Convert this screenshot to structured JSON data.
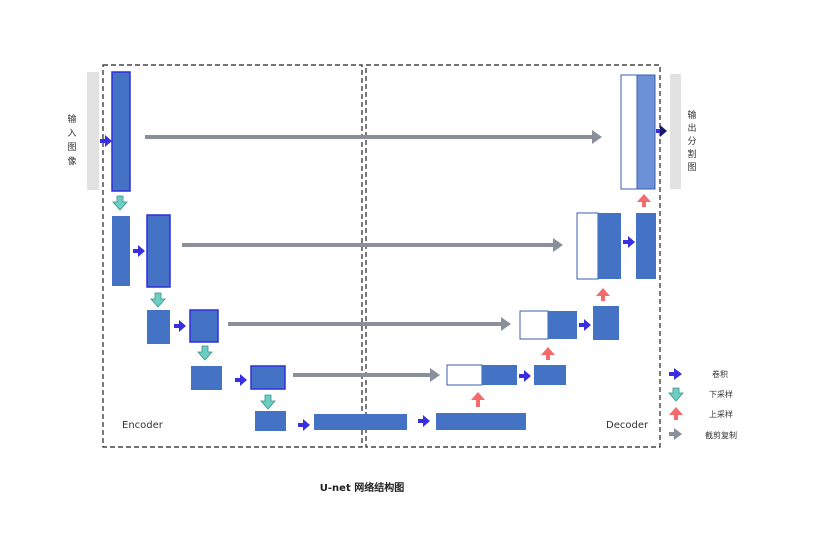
{
  "diagram": {
    "title": "U-net 网络结构图",
    "encoder_label": "Encoder",
    "decoder_label": "Decoder",
    "input_label": [
      "输",
      "入",
      "图",
      "像"
    ],
    "output_label": [
      "输",
      "出",
      "分",
      "割",
      "图"
    ],
    "legend": [
      {
        "label": "卷积",
        "icon": "right-arrow",
        "color": "#3a2fe0"
      },
      {
        "label": "下采样",
        "icon": "down-arrow",
        "color": "#6ccfc4"
      },
      {
        "label": "上采样",
        "icon": "up-arrow",
        "color": "#f46b6b"
      },
      {
        "label": "截剪复制",
        "icon": "right-arrow",
        "color": "#8a9099"
      }
    ],
    "colors": {
      "block": "#4472c4",
      "block_light": "#6d91d6",
      "block_outline": "#3a5fb0",
      "conv_arrow": "#3a2fe0",
      "down_arrow": "#6ccfc4",
      "up_arrow": "#f46b6b",
      "copy_arrow": "#8a9099",
      "side_bar": "#e2e2e2"
    }
  }
}
